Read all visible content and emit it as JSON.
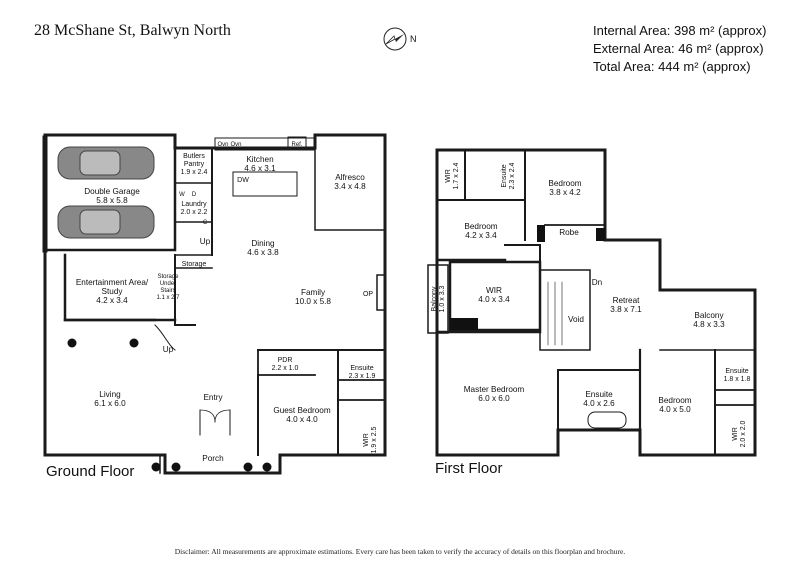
{
  "header": {
    "address": "28 McShane St, Balwyn North",
    "compass_label": "N",
    "areas": [
      {
        "label": "Internal Area:",
        "value": "398 m² (approx)"
      },
      {
        "label": "External Area:",
        "value": "46 m² (approx)"
      },
      {
        "label": "Total Area:",
        "value": "444 m² (approx)"
      }
    ]
  },
  "ground_floor": {
    "label": "Ground Floor",
    "rooms": {
      "garage": {
        "name": "Double Garage",
        "dims": "5.8 x 5.8"
      },
      "butlers": {
        "name": "Butlers",
        "name2": "Pantry",
        "dims": "1.9 x 2.4"
      },
      "laundry": {
        "name": "Laundry",
        "dims": "2.0 x 2.2"
      },
      "kitchen": {
        "name": "Kitchen",
        "dims": "4.6 x 3.1"
      },
      "alfresco": {
        "name": "Alfresco",
        "dims": "3.4 x 4.8"
      },
      "dining": {
        "name": "Dining",
        "dims": "4.6 x 3.8"
      },
      "family": {
        "name": "Family",
        "dims": "10.0 x 5.8"
      },
      "ent": {
        "name": "Entertainment Area/",
        "name2": "Study",
        "dims": "4.2 x 3.4"
      },
      "storage_under": {
        "name": "Storage",
        "name2": "Under",
        "name3": "Stairs",
        "dims": "1.1 x 2.7"
      },
      "storage": {
        "name": "Storage"
      },
      "living": {
        "name": "Living",
        "dims": "6.1 x 6.0"
      },
      "entry": {
        "name": "Entry"
      },
      "porch": {
        "name": "Porch"
      },
      "pdr": {
        "name": "PDR",
        "dims": "2.2 x 1.0"
      },
      "ensuite": {
        "name": "Ensuite",
        "dims": "2.3 x 1.9"
      },
      "guest": {
        "name": "Guest Bedroom",
        "dims": "4.0 x 4.0"
      },
      "wir": {
        "name": "WIR",
        "dims": "1.9 x 2.5"
      }
    },
    "fixtures": {
      "oven1": "Ovn",
      "oven2": "Ovn",
      "fridge": "Ref.",
      "dishwasher": "DW",
      "washer": "W",
      "dryer": "D",
      "cupboard": "C",
      "fireplace": "OP",
      "up1": "Up",
      "up2": "Up"
    }
  },
  "first_floor": {
    "label": "First Floor",
    "rooms": {
      "wir1": {
        "name": "WIR",
        "dims": "1.7 x 2.4"
      },
      "ensuite1": {
        "name": "Ensuite",
        "dims": "2.3 x 2.4"
      },
      "bed1": {
        "name": "Bedroom",
        "dims": "3.8 x 4.2"
      },
      "bed2": {
        "name": "Bedroom",
        "dims": "4.2 x 3.4"
      },
      "robe": {
        "name": "Robe"
      },
      "balcony1": {
        "name": "Balcony",
        "dims": "1.0 x 3.3"
      },
      "wir2": {
        "name": "WIR",
        "dims": "4.0 x 3.4"
      },
      "void": {
        "name": "Void"
      },
      "retreat": {
        "name": "Retreat",
        "dims": "3.8 x 7.1"
      },
      "balcony2": {
        "name": "Balcony",
        "dims": "4.8 x 3.3"
      },
      "master": {
        "name": "Master Bedroom",
        "dims": "6.0 x 6.0"
      },
      "ensuite2": {
        "name": "Ensuite",
        "dims": "4.0 x 2.6"
      },
      "bed3": {
        "name": "Bedroom",
        "dims": "4.0 x 5.0"
      },
      "ensuite3": {
        "name": "Ensuite",
        "dims": "1.8 x 1.8"
      },
      "wir3": {
        "name": "WIR",
        "dims": "2.0 x 2.0"
      }
    },
    "fixtures": {
      "down": "Dn"
    }
  },
  "disclaimer": "Disclaimer: All measurements are approximate estimations. Every care has been taken to verify the accuracy of details on this floorplan and brochure."
}
